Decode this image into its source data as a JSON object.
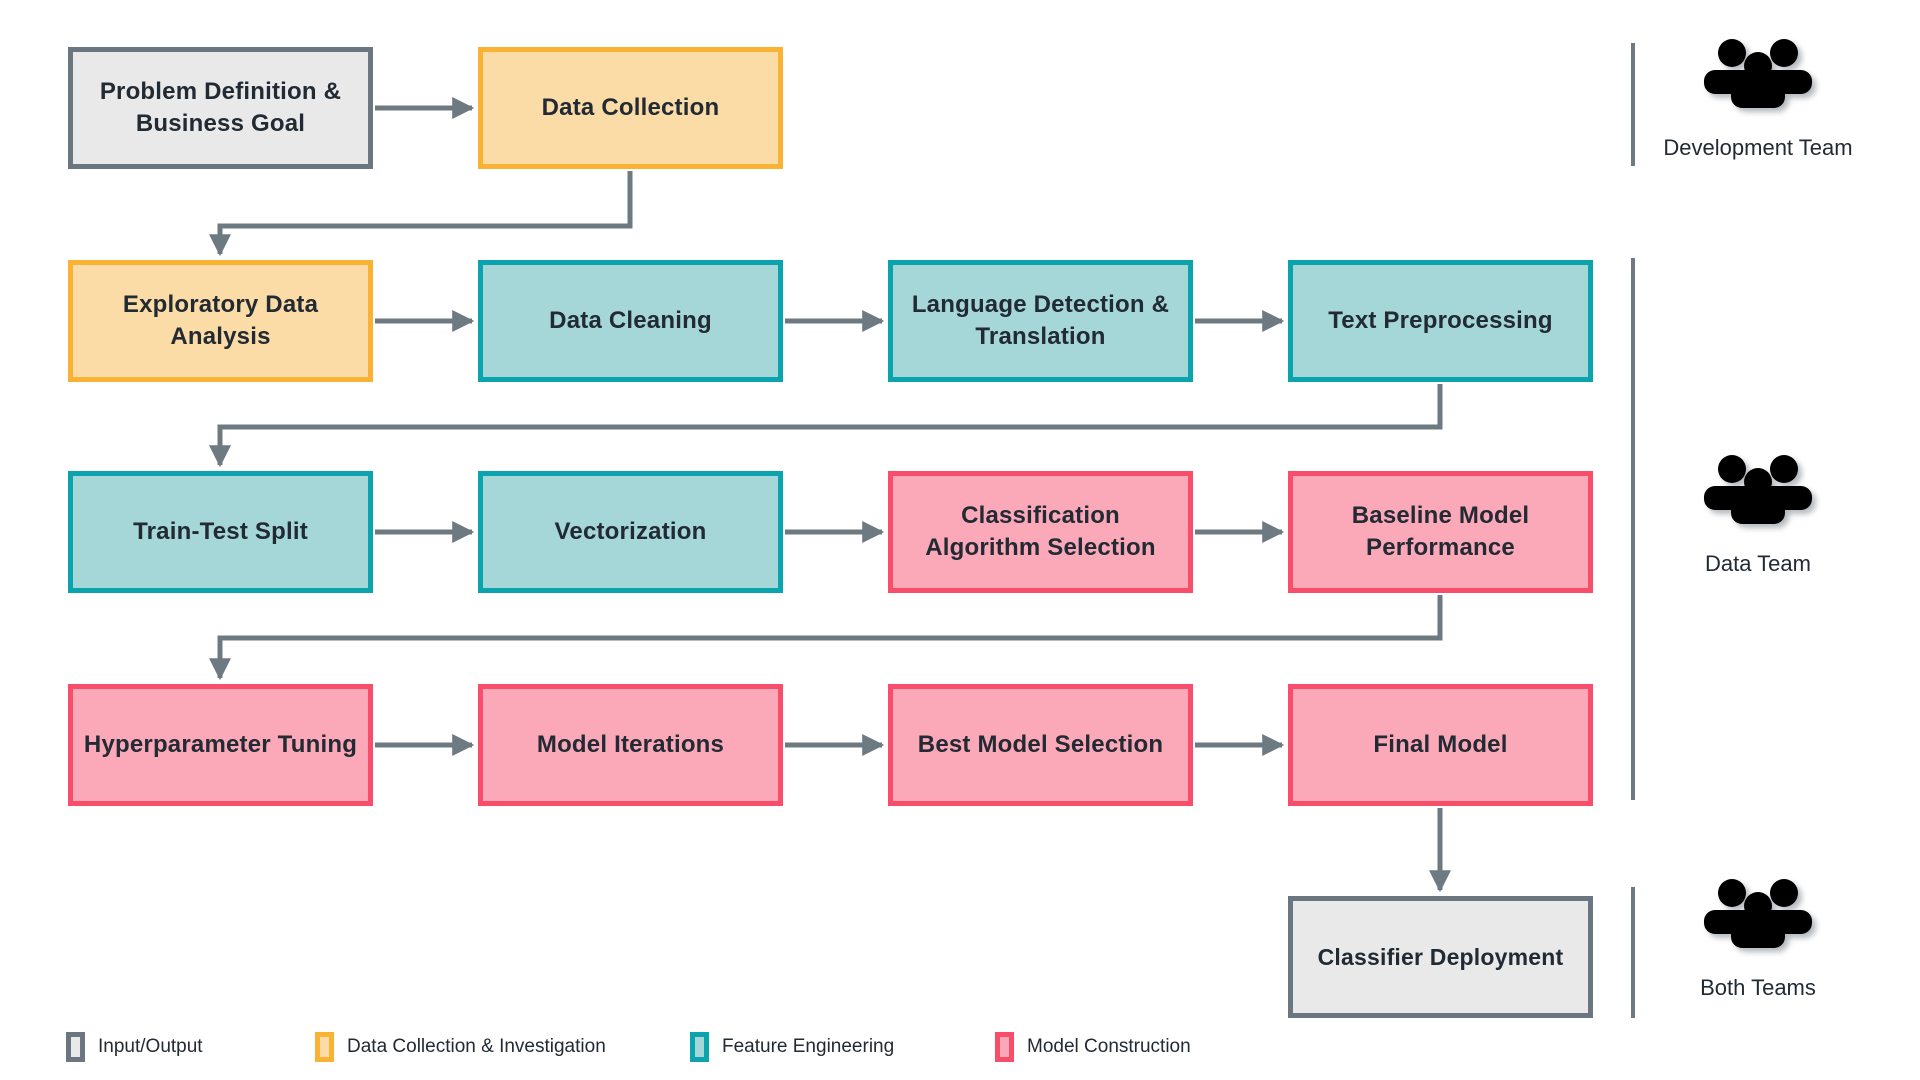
{
  "diagram": {
    "title": "",
    "nodes": [
      {
        "id": "problem-definition",
        "label": "Problem Definition & Business Goal",
        "category": "input_output"
      },
      {
        "id": "data-collection",
        "label": "Data Collection",
        "category": "data_collection"
      },
      {
        "id": "exploratory-data-analysis",
        "label": "Exploratory Data Analysis",
        "category": "data_collection"
      },
      {
        "id": "data-cleaning",
        "label": "Data Cleaning",
        "category": "feature_engineering"
      },
      {
        "id": "language-detection-translation",
        "label": "Language Detection & Translation",
        "category": "feature_engineering"
      },
      {
        "id": "text-preprocessing",
        "label": "Text Preprocessing",
        "category": "feature_engineering"
      },
      {
        "id": "train-test-split",
        "label": "Train-Test Split",
        "category": "feature_engineering"
      },
      {
        "id": "vectorization",
        "label": "Vectorization",
        "category": "feature_engineering"
      },
      {
        "id": "classification-algorithm-selection",
        "label": "Classification Algorithm Selection",
        "category": "model_construction"
      },
      {
        "id": "baseline-model-performance",
        "label": "Baseline Model Performance",
        "category": "model_construction"
      },
      {
        "id": "hyperparameter-tuning",
        "label": "Hyperparameter Tuning",
        "category": "model_construction"
      },
      {
        "id": "model-iterations",
        "label": "Model Iterations",
        "category": "model_construction"
      },
      {
        "id": "best-model-selection",
        "label": "Best Model Selection",
        "category": "model_construction"
      },
      {
        "id": "final-model",
        "label": "Final Model",
        "category": "model_construction"
      },
      {
        "id": "classifier-deployment",
        "label": "Classifier Deployment",
        "category": "input_output"
      }
    ],
    "categories": {
      "input_output": {
        "label": "Input/Output",
        "border": "#6b7681",
        "fill": "#e9e9ea"
      },
      "data_collection": {
        "label": "Data Collection & Investigation",
        "border": "#f9b234",
        "fill": "#fcdca6"
      },
      "feature_engineering": {
        "label": "Feature Engineering",
        "border": "#0ba3ad",
        "fill": "#a5d6d8"
      },
      "model_construction": {
        "label": "Model Construction",
        "border": "#f84e6b",
        "fill": "#fba9b9"
      }
    },
    "legend": [
      {
        "category": "input_output",
        "label": "Input/Output"
      },
      {
        "category": "data_collection",
        "label": "Data Collection & Investigation"
      },
      {
        "category": "feature_engineering",
        "label": "Feature Engineering"
      },
      {
        "category": "model_construction",
        "label": "Model Construction"
      }
    ],
    "teams": [
      {
        "id": "development-team",
        "label": "Development Team"
      },
      {
        "id": "data-team",
        "label": "Data Team"
      },
      {
        "id": "both-teams",
        "label": "Both Teams"
      }
    ],
    "colors": {
      "connector": "#6e7a82",
      "team_icon": "#6a737c",
      "text": "#222a33",
      "background": "#ffffff"
    }
  }
}
